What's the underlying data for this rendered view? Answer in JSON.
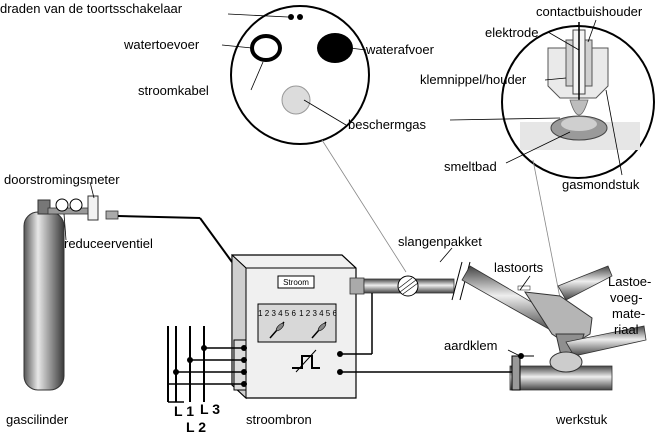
{
  "labels": {
    "draden": "draden van de toortsschakelaar",
    "watertoevoer": "watertoevoer",
    "waterafvoer": "waterafvoer",
    "stroomkabel": "stroomkabel",
    "beschermgas": "beschermgas",
    "contactbuishouder": "contactbuishouder",
    "elektrode": "elektrode",
    "klemnippel": "klemnippel/houder",
    "smeltbad": "smeltbad",
    "gasmondstuk": "gasmondstuk",
    "doorstromingsmeter": "doorstromingsmeter",
    "reduceerventiel": "reduceerventiel",
    "slangenpakket": "slangenpakket",
    "lastoorts": "lastoorts",
    "lastoe1": "Lastoe-",
    "lastoe2": "voeg-",
    "lastoe3": "mate-",
    "lastoe4": "riaal",
    "aardklem": "aardklem",
    "gascilinder": "gascilinder",
    "stroombron": "stroombron",
    "werkstuk": "werkstuk",
    "l1": "L 1",
    "l2": "L 2",
    "l3": "L 3"
  },
  "panel": {
    "stroom": "Stroom",
    "scale_left": "1 2 3 4 5 6",
    "scale_right": "1 2 3 4 5 6"
  }
}
